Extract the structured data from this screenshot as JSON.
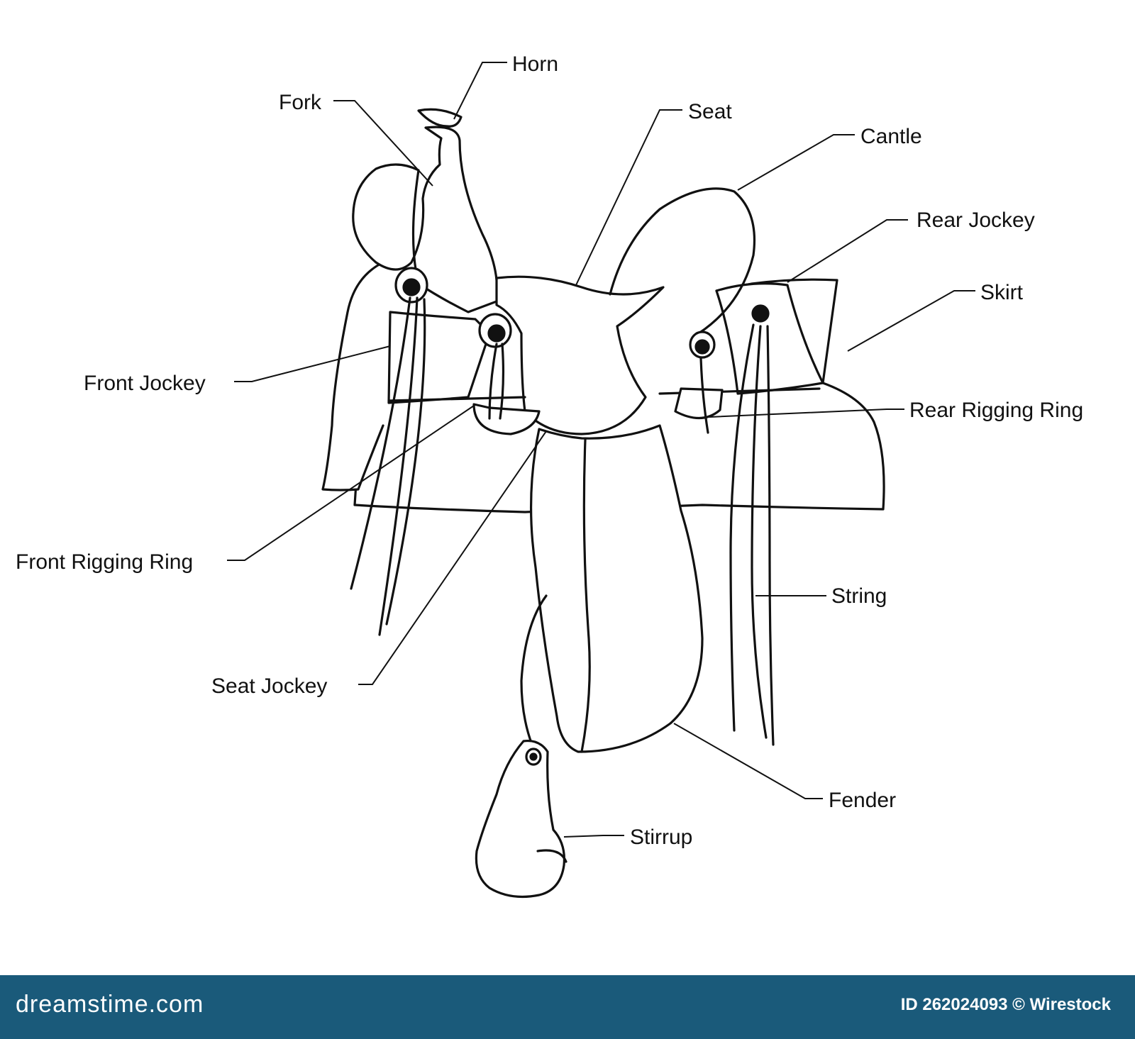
{
  "labels": {
    "horn": "Horn",
    "fork": "Fork",
    "seat": "Seat",
    "cantle": "Cantle",
    "rear_jockey": "Rear Jockey",
    "skirt": "Skirt",
    "front_jockey": "Front Jockey",
    "rear_rigging_ring": "Rear Rigging Ring",
    "front_rigging_ring": "Front Rigging Ring",
    "string": "String",
    "seat_jockey": "Seat Jockey",
    "fender": "Fender",
    "stirrup": "Stirrup"
  },
  "footer": {
    "brand": "dreamstime.com",
    "stock_id": "ID 262024093 © Wirestock",
    "bar_color": "#1a5a7a"
  }
}
